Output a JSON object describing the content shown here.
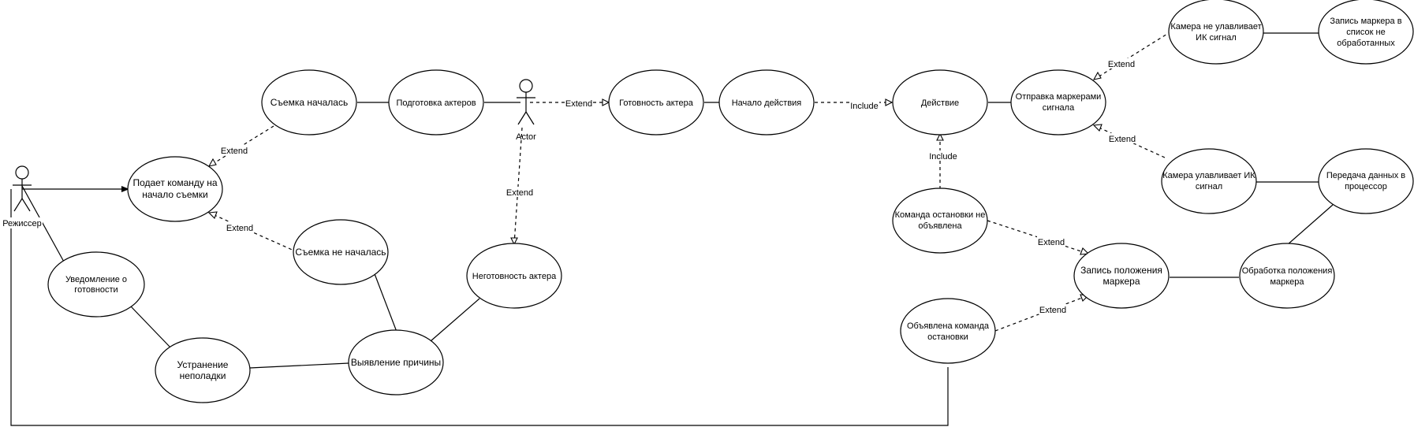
{
  "actors": {
    "director": "Режиссер",
    "actor": "Actor"
  },
  "use_cases": {
    "command_start": [
      "Подает команду на",
      "начало съемки"
    ],
    "shooting_started": [
      "Съемка началась"
    ],
    "actor_prep": [
      "Подготовка актеров"
    ],
    "shooting_not_started": [
      "Съемка не началась"
    ],
    "notify_ready": [
      "Уведомление о",
      "готовности"
    ],
    "fix_problem": [
      "Устранение",
      "неполадки"
    ],
    "find_cause": [
      "Выявление причины"
    ],
    "actor_not_ready": [
      "Неготовность актера"
    ],
    "actor_ready": [
      "Готовность актера"
    ],
    "action_start": [
      "Начало действия"
    ],
    "action": [
      "Действие"
    ],
    "send_signal": [
      "Отправка маркерами",
      "сигнала"
    ],
    "camera_no_ir": [
      "Камера не улавливает",
      "ИК сигнал"
    ],
    "marker_unprocessed": [
      "Запись маркера в",
      "список не",
      "обработанных"
    ],
    "camera_ir": [
      "Камера улавливает ИК",
      "сигнал"
    ],
    "data_transfer": [
      "Передача данных в",
      "процессор"
    ],
    "stop_not_announced": [
      "Команда остановки не",
      "объявлена"
    ],
    "record_position": [
      "Запись положения",
      "маркера"
    ],
    "process_position": [
      "Обработка положения",
      "маркера"
    ],
    "stop_announced": [
      "Объявлена команда",
      "остановки"
    ]
  },
  "relation_labels": {
    "extend": "Extend",
    "include": "Include"
  }
}
